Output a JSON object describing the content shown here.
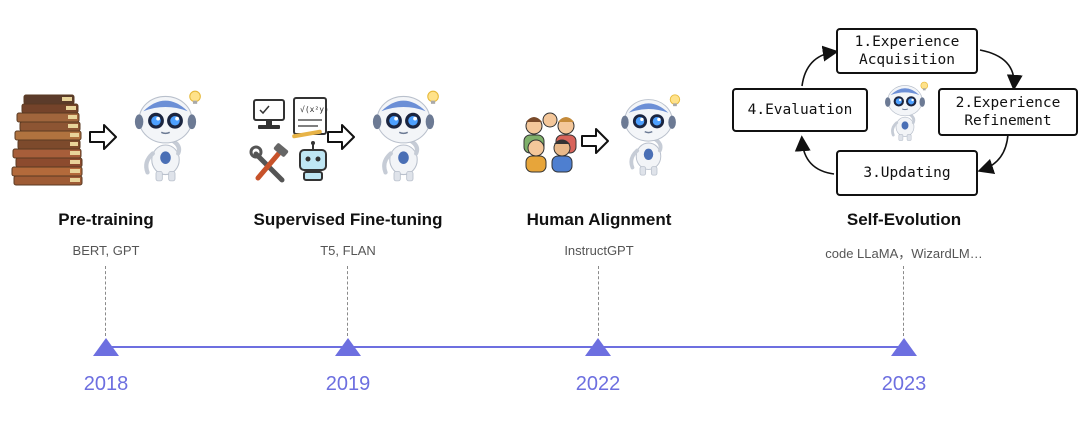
{
  "stages": [
    {
      "title": "Pre-training",
      "models": "BERT, GPT",
      "year": "2018"
    },
    {
      "title": "Supervised Fine-tuning",
      "models": "T5, FLAN",
      "year": "2019"
    },
    {
      "title": "Human Alignment",
      "models": "InstructGPT",
      "year": "2022"
    },
    {
      "title": "Self-Evolution",
      "models": "code LLaMA，WizardLM…",
      "year": "2023"
    }
  ],
  "cycle": {
    "step1": "1.Experience\nAcquisition",
    "step2": "2.Experience\nRefinement",
    "step3": "3.Updating",
    "step4": "4.Evaluation"
  },
  "colors": {
    "accent": "#6d6fe0",
    "dash": "#8a8a8a",
    "text": "#111111"
  }
}
